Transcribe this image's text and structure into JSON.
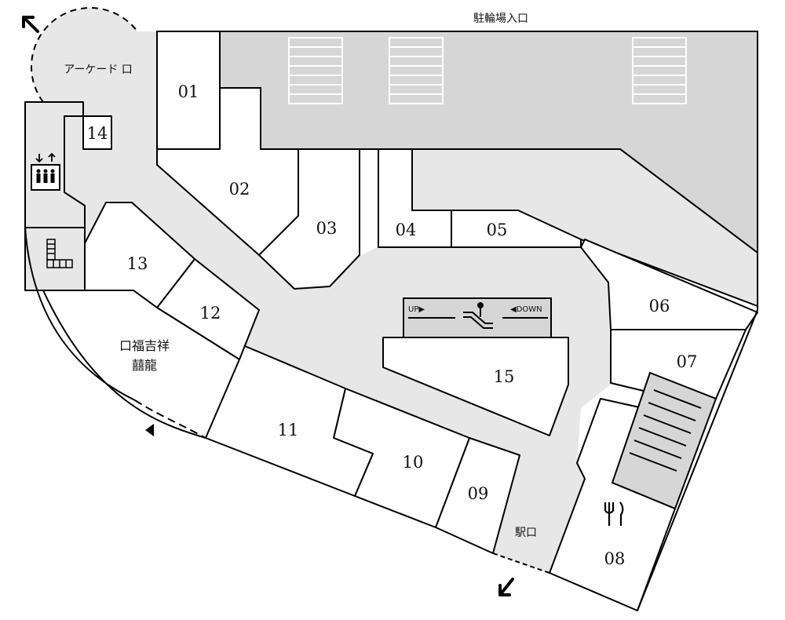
{
  "entrances": {
    "bicycle_parking": "駐輪場入口",
    "arcade": "アーケード 口",
    "station": "駅口"
  },
  "escalator": {
    "up_label": "UP▶",
    "down_label": "◀DOWN"
  },
  "shops": [
    {
      "number": "01"
    },
    {
      "number": "02"
    },
    {
      "number": "03"
    },
    {
      "number": "04"
    },
    {
      "number": "05"
    },
    {
      "number": "06"
    },
    {
      "number": "07"
    },
    {
      "number": "08"
    },
    {
      "number": "09"
    },
    {
      "number": "10"
    },
    {
      "number": "11"
    },
    {
      "number": "12"
    },
    {
      "number": "13"
    },
    {
      "number": "14"
    },
    {
      "number": "15"
    }
  ],
  "named_shop": {
    "line1": "口福吉祥",
    "line2": "囍龍"
  },
  "icons": [
    "elevator-icon",
    "stairs-icon",
    "escalator-icon",
    "restaurant-icon",
    "exit-arrow-icon"
  ],
  "colors": {
    "corridor": "#e7e7e7",
    "parking": "#d6d6d6",
    "shop": "#ffffff",
    "outline": "#000000"
  }
}
